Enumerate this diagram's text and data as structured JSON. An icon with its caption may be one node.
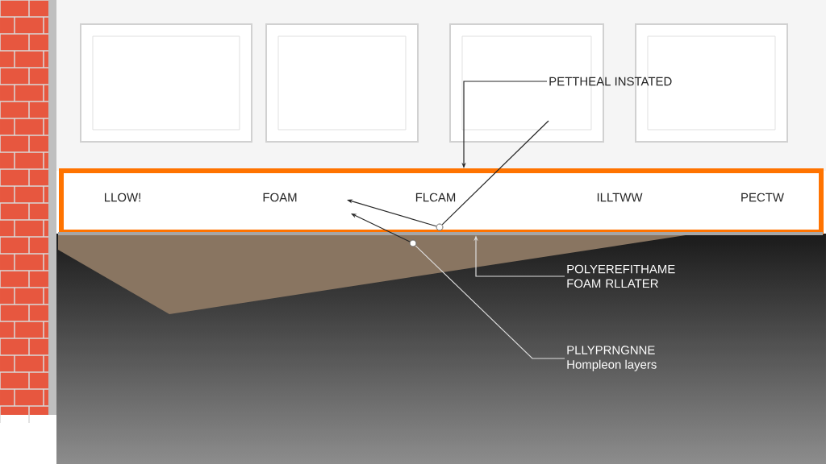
{
  "diagram": {
    "nodes": [
      {
        "text": [
          "PETTHEAL INSTATED"
        ]
      },
      {
        "text": [
          "LLOW!",
          "FOAM",
          "FLCAM",
          "ILLTWW",
          "PECTW"
        ]
      },
      {
        "text": [],
        "shape": "circle",
        "in": 1
      },
      {
        "text": [],
        "shape": "circle"
      },
      {
        "text": [],
        "shape": "bar"
      },
      {
        "text": [
          "POLYEREFITHAME FOAM RLLATER"
        ]
      },
      {
        "text": [
          "PLLYPRNGNNE",
          "Hompleon layers"
        ]
      }
    ],
    "edges": [
      {
        "from": 0,
        "to": 1,
        "arrow": "to"
      },
      {
        "from": null,
        "to": 2,
        "arrow": "none"
      },
      {
        "from": 2,
        "to": 1,
        "arrow": "to"
      },
      {
        "from": 3,
        "to": 1,
        "arrow": "to"
      },
      {
        "from": 5,
        "to": 4,
        "arrow": "to",
        "color": "#dddddd"
      },
      {
        "from": 6,
        "to": 3,
        "arrow": "none",
        "color": "#dddddd"
      }
    ]
  }
}
